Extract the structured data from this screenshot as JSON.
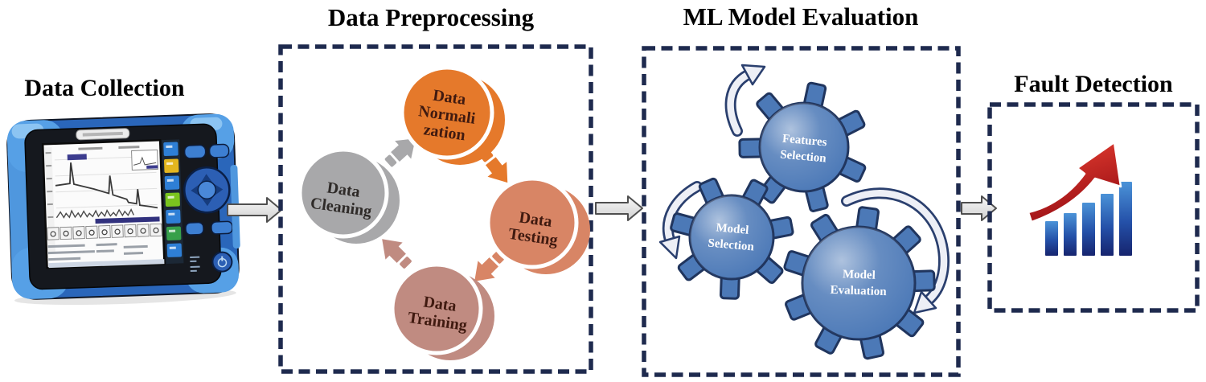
{
  "stages": {
    "collection": {
      "title": "Data Collection",
      "icon": "otdr-tester-device"
    },
    "preprocessing": {
      "title": "Data Preprocessing",
      "steps": {
        "cleaning": {
          "label": "Data Cleaning",
          "lines": [
            "Data",
            "Cleaning"
          ],
          "color": "#a8a8aa",
          "text_color": "#2e2a28"
        },
        "normalization": {
          "label": "Data Normalization",
          "lines": [
            "Data",
            "Normali",
            "zation"
          ],
          "color": "#e5792b",
          "text_color": "#401a10"
        },
        "testing": {
          "label": "Data Testing",
          "lines": [
            "Data",
            "Testing"
          ],
          "color": "#d88565",
          "text_color": "#401a10"
        },
        "training": {
          "label": "Data Training",
          "lines": [
            "Data",
            "Training"
          ],
          "color": "#c08b81",
          "text_color": "#401a10"
        }
      }
    },
    "evaluation": {
      "title": "ML Model Evaluation",
      "gears": {
        "features": {
          "label": "Features Selection",
          "lines": [
            "Features",
            "Selection"
          ],
          "color": "#4c79b7"
        },
        "model_selection": {
          "label": "Model Selection",
          "lines": [
            "Model",
            "Selection"
          ],
          "color": "#4c79b7"
        },
        "model_evaluation": {
          "label": "Model Evaluation",
          "lines": [
            "Model",
            "Evaluation"
          ],
          "color": "#4c79b7"
        }
      }
    },
    "detection": {
      "title": "Fault Detection",
      "icon": "rising-bar-chart-red-arrow"
    }
  },
  "icons": {
    "flow_arrow": "right-flow-arrow",
    "cycle_arrow": "chevron-cycle-arrow",
    "rotation_arrow": "curved-rotation-arrow"
  },
  "colors": {
    "background": "#ffffff",
    "dashed_border": "#1e2a4e",
    "title_text": "#000000",
    "gear_outline": "#20355e",
    "gear_text": "#ffffff",
    "flow_arrow_fill": "#ebebeb",
    "flow_arrow_stroke": "#4f4f4f",
    "chart_bar_top": "#4b93d8",
    "chart_bar_bottom": "#16246e",
    "chart_arrow_red": "#d6202a"
  }
}
